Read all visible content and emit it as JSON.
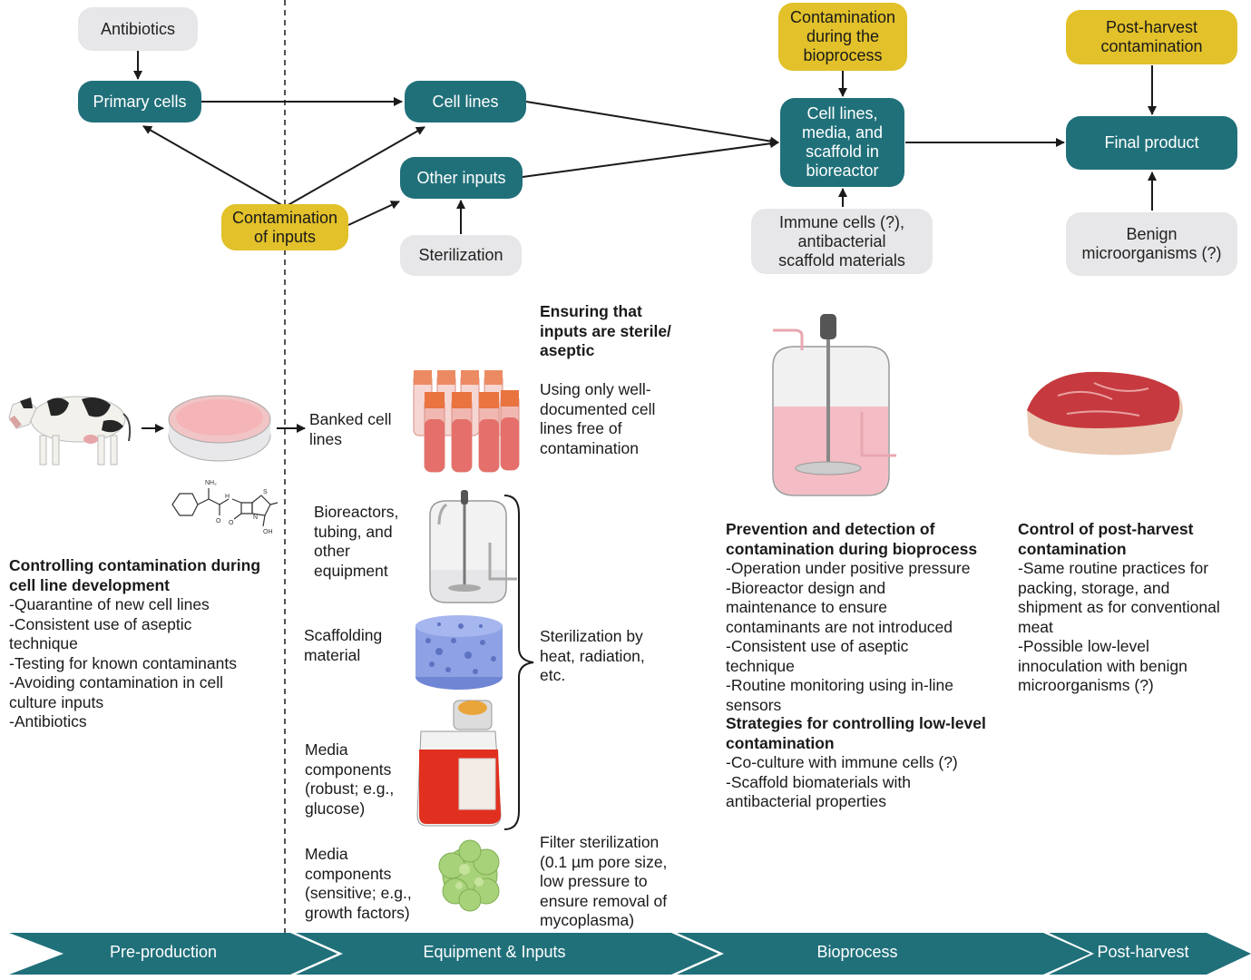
{
  "flow": {
    "antibiotics": "Antibiotics",
    "primary_cells": "Primary cells",
    "cell_lines": "Cell lines",
    "other_inputs": "Other inputs",
    "contamination_inputs": "Contamination\nof inputs",
    "sterilization": "Sterilization",
    "contamination_bioprocess": "Contamination\nduring the\nbioprocess",
    "bioreactor_node": "Cell lines,\nmedia, and\nscaffold in\nbioreactor",
    "immune_cells": "Immune cells (?),\nantibacterial\nscaffold materials",
    "post_harvest_contamination": "Post-harvest\ncontamination",
    "final_product": "Final product",
    "benign": "Benign\nmicroorganisms (?)"
  },
  "preproduction": {
    "heading": "Controlling contamination during\ncell line development",
    "items": "-Quarantine of new cell lines\n-Consistent use of aseptic\ntechnique\n-Testing for known contaminants\n-Avoiding contamination in cell\nculture inputs\n-Antibiotics",
    "molecule_labels": {
      "nh2": "NH₂",
      "h": "H",
      "s": "S",
      "n": "N",
      "o1": "O",
      "o2": "O",
      "oh": "OH"
    }
  },
  "equipment": {
    "banked": "Banked cell\nlines",
    "ensuring_heading": "Ensuring that\ninputs are sterile/\naseptic",
    "ensuring_text": "Using only well-\ndocumented  cell\nlines free of\ncontamination",
    "bioreactors": "Bioreactors,\ntubing,  and\nother\nequipment",
    "scaffolding": "Scaffolding\nmaterial",
    "media_robust": "Media\ncomponents\n(robust; e.g.,\nglucose)",
    "sterilization_heat": "Sterilization by\nheat, radiation,\netc.",
    "media_sensitive": "Media\ncomponents\n(sensitive; e.g.,\ngrowth factors)",
    "filter": "Filter sterilization\n(0.1 µm pore size,\nlow pressure to\nensure removal of\nmycoplasma)"
  },
  "bioprocess": {
    "heading1": "Prevention and detection of\ncontamination during bioprocess",
    "items1": "-Operation under positive pressure\n-Bioreactor design and\nmaintenance to ensure\ncontaminants are not introduced\n-Consistent use of aseptic\ntechnique\n-Routine monitoring using in-line\nsensors",
    "heading2": "Strategies for controlling low-level\ncontamination",
    "items2": "-Co-culture with immune cells (?)\n-Scaffold biomaterials with\nantibacterial properties"
  },
  "postharvest": {
    "heading": "Control of post-harvest\ncontamination",
    "items": "-Same routine practices for\npacking, storage, and\nshipment as for conventional\nmeat\n-Possible low-level\ninnoculation with benign\nmicroorganisms (?)"
  },
  "stages": [
    "Pre-production",
    "Equipment & Inputs",
    "Bioprocess",
    "Post-harvest"
  ],
  "colors": {
    "teal": "#20707a",
    "gold": "#e2c12a",
    "grey": "#e7e7e9",
    "banner": "#20707a"
  },
  "icons": [
    "cow-icon",
    "petri-dish-icon",
    "ampicillin-molecule-icon",
    "cell-vials-icon",
    "bioreactor-icon",
    "scaffold-icon",
    "media-flask-icon",
    "growth-factor-icon",
    "large-bioreactor-icon",
    "steak-icon"
  ]
}
